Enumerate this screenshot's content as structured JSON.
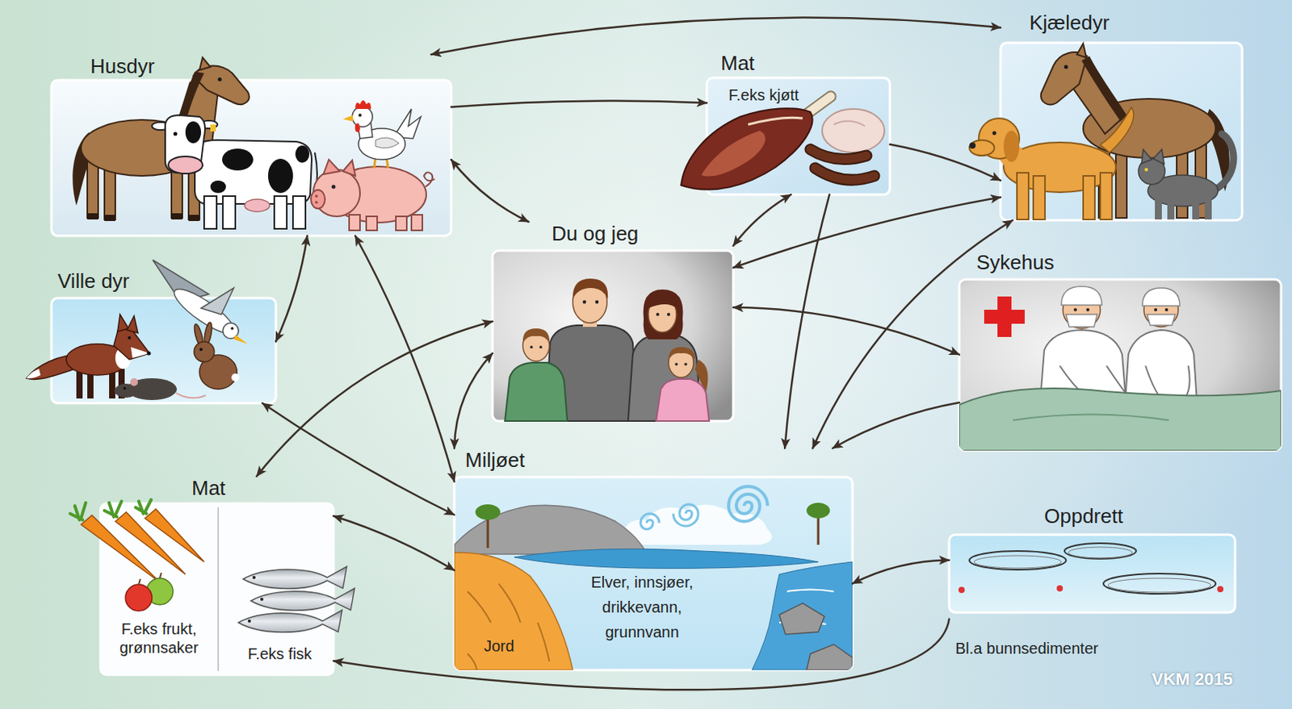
{
  "diagram": {
    "nodes": [
      {
        "text": [
          "Husdyr"
        ]
      },
      {
        "text": [
          "Mat",
          "F.eks kjøtt"
        ]
      },
      {
        "text": [
          "Kjæledyr"
        ]
      },
      {
        "text": [
          "Ville dyr"
        ]
      },
      {
        "text": [
          "Du og jeg"
        ]
      },
      {
        "text": [
          "Sykehus"
        ]
      },
      {
        "text": [
          "Mat",
          "F.eks frukt, grønnsaker",
          "F.eks fisk"
        ]
      },
      {
        "text": [
          "Miljøet",
          "Elver, innsjøer, drikkevann, grunnvann",
          "Jord"
        ]
      },
      {
        "text": [
          "Oppdrett",
          "Bl.a bunnsedimenter"
        ]
      }
    ],
    "edges": [
      {
        "from": 0,
        "to": 2,
        "arrow": "both"
      },
      {
        "from": 0,
        "to": 1,
        "arrow": "to"
      },
      {
        "from": 0,
        "to": 4,
        "arrow": "both"
      },
      {
        "from": 0,
        "to": 3,
        "arrow": "both"
      },
      {
        "from": 0,
        "to": 7,
        "arrow": "both"
      },
      {
        "from": 1,
        "to": 4,
        "arrow": "both"
      },
      {
        "from": 1,
        "to": 2,
        "arrow": "to"
      },
      {
        "from": 1,
        "to": 7,
        "arrow": "to"
      },
      {
        "from": 2,
        "to": 4,
        "arrow": "both"
      },
      {
        "from": 2,
        "to": 7,
        "arrow": "both"
      },
      {
        "from": 4,
        "to": 5,
        "arrow": "both"
      },
      {
        "from": 5,
        "to": 7,
        "arrow": "to"
      },
      {
        "from": 4,
        "to": 7,
        "arrow": "both"
      },
      {
        "from": 3,
        "to": 7,
        "arrow": "both"
      },
      {
        "from": 6,
        "to": 7,
        "arrow": "both"
      },
      {
        "from": 6,
        "to": 4,
        "arrow": "both"
      },
      {
        "from": 7,
        "to": 8,
        "arrow": "both"
      },
      {
        "from": 8,
        "to": 6,
        "arrow": "to"
      }
    ],
    "labels": [
      "VKM 2015"
    ]
  }
}
